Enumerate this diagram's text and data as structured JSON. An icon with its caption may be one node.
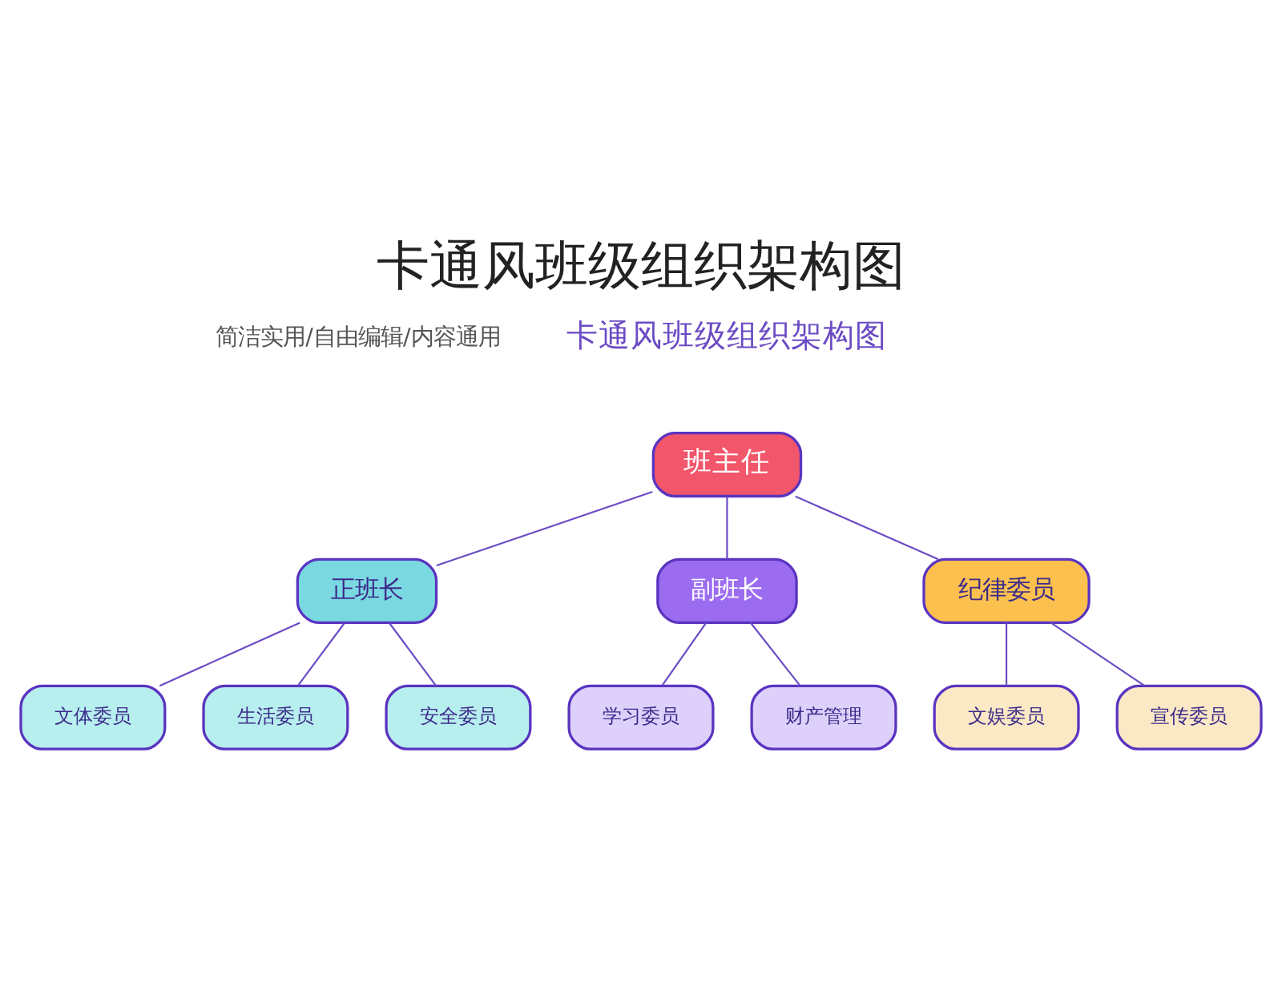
{
  "diagram": {
    "title": "卡通风班级组织架构图",
    "nodes": [
      {
        "text": [
          "班主任"
        ]
      },
      {
        "text": [
          "正班长"
        ]
      },
      {
        "text": [
          "副班长"
        ]
      },
      {
        "text": [
          "纪律委员"
        ]
      },
      {
        "text": [
          "文体委员"
        ]
      },
      {
        "text": [
          "生活委员"
        ]
      },
      {
        "text": [
          "安全委员"
        ]
      },
      {
        "text": [
          "学习委员"
        ]
      },
      {
        "text": [
          "财产管理"
        ]
      },
      {
        "text": [
          "文娱委员"
        ]
      },
      {
        "text": [
          "宣传委员"
        ]
      }
    ],
    "edges": [
      {
        "from": 0,
        "to": 1,
        "arrow": "none"
      },
      {
        "from": 0,
        "to": 2,
        "arrow": "none"
      },
      {
        "from": 0,
        "to": 3,
        "arrow": "none"
      },
      {
        "from": 1,
        "to": 4,
        "arrow": "none"
      },
      {
        "from": 1,
        "to": 5,
        "arrow": "none"
      },
      {
        "from": 1,
        "to": 6,
        "arrow": "none"
      },
      {
        "from": 2,
        "to": 7,
        "arrow": "none"
      },
      {
        "from": 2,
        "to": 8,
        "arrow": "none"
      },
      {
        "from": 3,
        "to": 9,
        "arrow": "none"
      },
      {
        "from": 3,
        "to": 10,
        "arrow": "none"
      }
    ],
    "labels": [
      "简洁实用/自由编辑/内容通用",
      "卡通风班级组织架构图"
    ]
  }
}
